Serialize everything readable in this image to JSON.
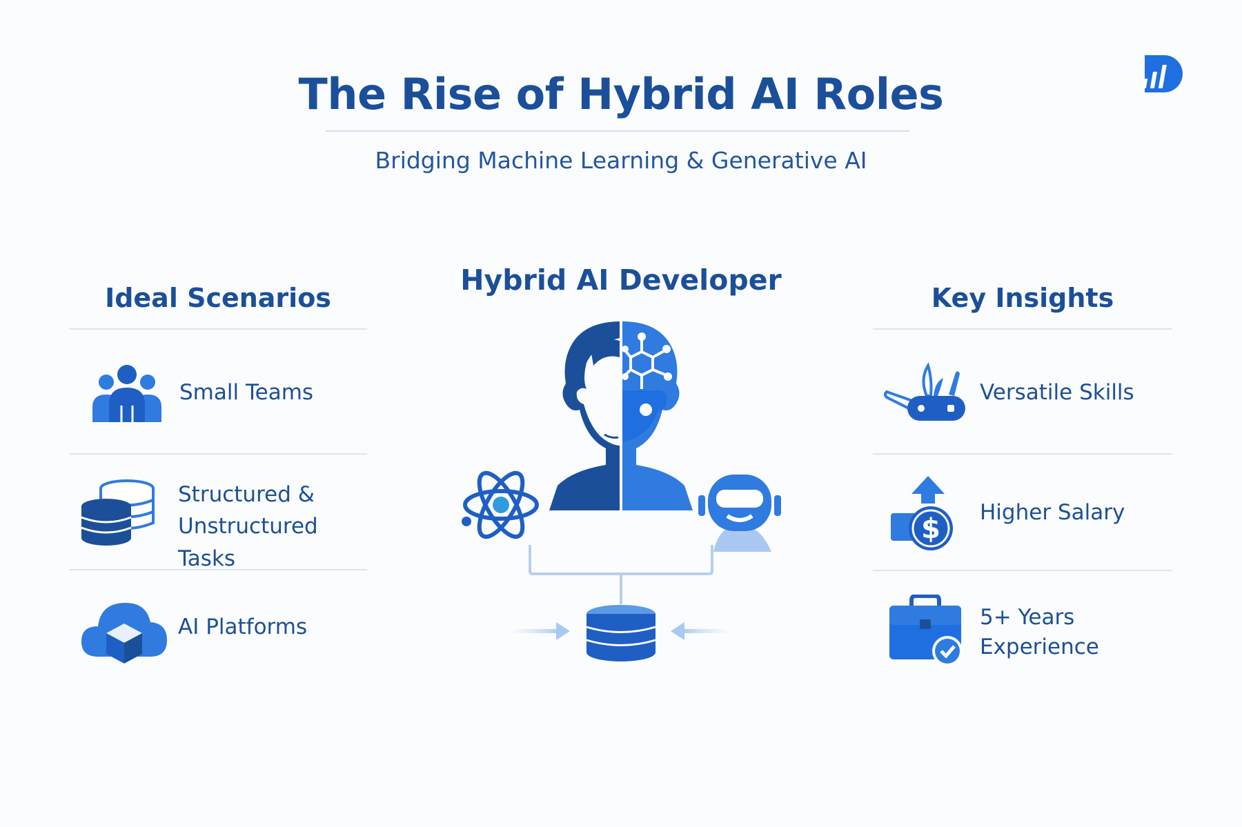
{
  "header": {
    "title": "The Rise of Hybrid AI Roles",
    "subtitle": "Bridging Machine Learning & Generative AI",
    "logo_icon": "chart-logo-icon"
  },
  "left_column": {
    "heading": "Ideal Scenarios",
    "items": [
      {
        "label": "Small Teams",
        "icon": "team-icon"
      },
      {
        "label": "Structured &",
        "label2": "Unstructured Tasks",
        "icon": "database-stack-icon"
      },
      {
        "label": "AI Platforms",
        "icon": "cloud-cube-icon"
      }
    ]
  },
  "center": {
    "heading": "Hybrid AI Developer",
    "icons": [
      "human-ai-head-icon",
      "atom-icon",
      "robot-icon",
      "database-icon"
    ]
  },
  "right_column": {
    "heading": "Key Insights",
    "items": [
      {
        "label": "Versatile Skills",
        "icon": "multi-tool-icon"
      },
      {
        "label": "Higher Salary",
        "icon": "salary-up-icon"
      },
      {
        "label": "5+ Years",
        "label2": "Experience",
        "icon": "briefcase-check-icon"
      }
    ]
  },
  "colors": {
    "primary": "#1b4f9a",
    "accent": "#2f7be0",
    "light": "#a9c9f2",
    "rule": "#dde5f0",
    "background": "#fbfcfe"
  }
}
